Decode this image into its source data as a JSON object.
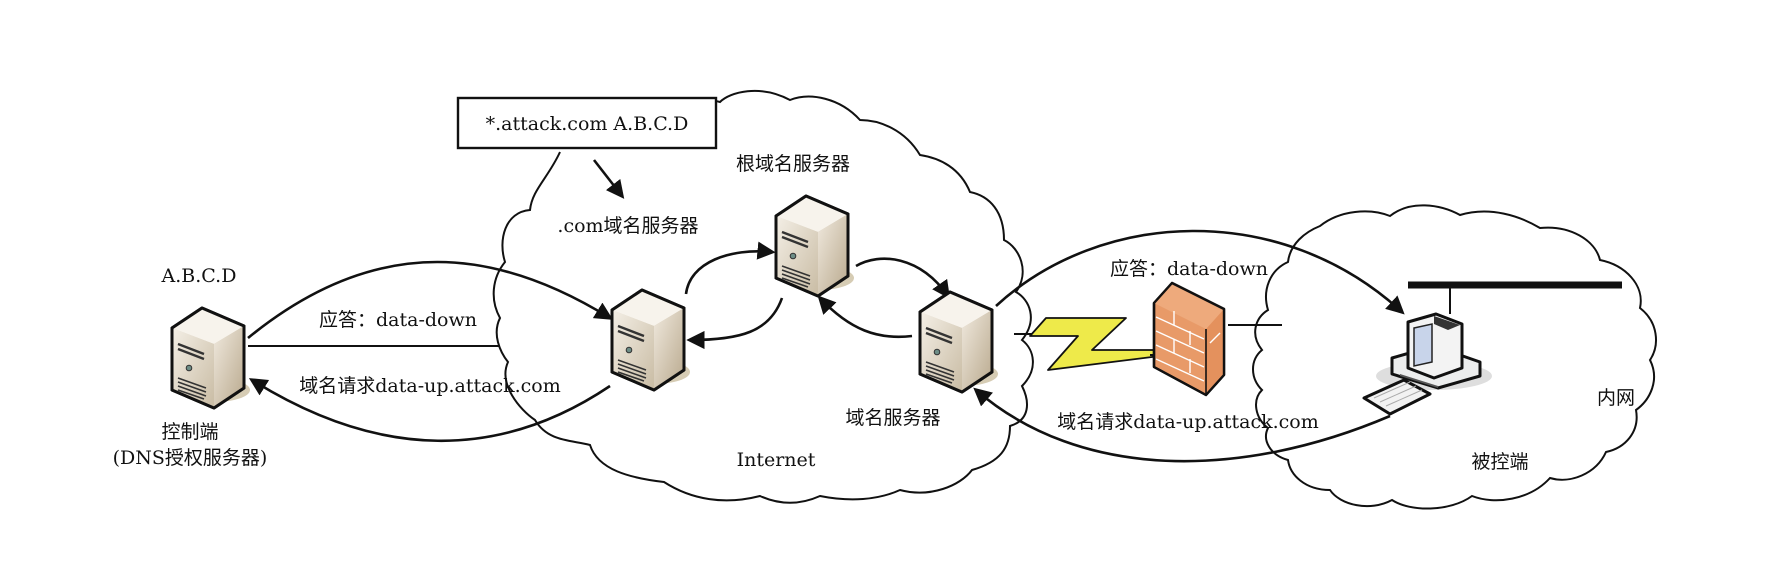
{
  "diagram": {
    "type": "network-topology",
    "subject": "DNS tunnel covert channel"
  },
  "record_box": {
    "text": "*.attack.com A.B.C.D"
  },
  "nodes": {
    "controller": {
      "ip_label": "A.B.C.D",
      "name": "控制端",
      "role": "(DNS授权服务器)"
    },
    "com_server": {
      "name": ".com域名服务器"
    },
    "root_server": {
      "name": "根域名服务器"
    },
    "local_dns": {
      "name": "域名服务器"
    },
    "victim": {
      "name": "被控端"
    }
  },
  "regions": {
    "internet": {
      "label": "Internet"
    },
    "intranet": {
      "label": "内网"
    }
  },
  "flows": {
    "left_response": "应答：data-down",
    "left_request": "域名请求data-up.attack.com",
    "right_response": "应答：data-down",
    "right_request": "域名请求data-up.attack.com"
  },
  "colors": {
    "server_body": "#e6dccb",
    "server_shadow": "#d6ccb4",
    "firewall": "#e89a68",
    "lightning": "#eeea4a",
    "stroke": "#111111"
  }
}
